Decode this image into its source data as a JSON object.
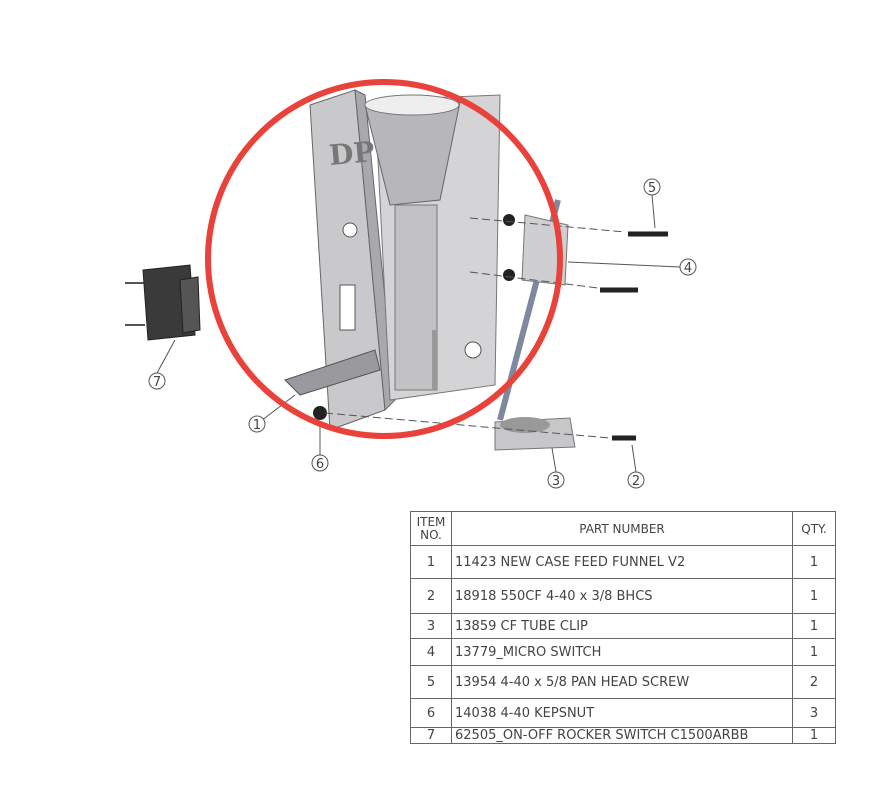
{
  "drawing": {
    "logo_text": "DP",
    "highlight_color": "#e8423a",
    "balloons": [
      "1",
      "2",
      "3",
      "4",
      "5",
      "6",
      "7"
    ]
  },
  "bom": {
    "headers": {
      "item": "ITEM NO.",
      "part": "PART NUMBER",
      "qty": "QTY."
    },
    "rows": [
      {
        "item": "1",
        "part": "11423 NEW CASE FEED FUNNEL V2",
        "qty": "1"
      },
      {
        "item": "2",
        "part": "18918 550CF 4-40 x 3/8 BHCS",
        "qty": "1"
      },
      {
        "item": "3",
        "part": "13859 CF TUBE CLIP",
        "qty": "1"
      },
      {
        "item": "4",
        "part": "13779_MICRO SWITCH",
        "qty": "1"
      },
      {
        "item": "5",
        "part": "13954 4-40 x 5/8 PAN HEAD SCREW",
        "qty": "2"
      },
      {
        "item": "6",
        "part": "14038 4-40 KEPSNUT",
        "qty": "3"
      },
      {
        "item": "7",
        "part": "62505_ON-OFF ROCKER SWITCH C1500ARBB",
        "qty": "1"
      }
    ]
  }
}
